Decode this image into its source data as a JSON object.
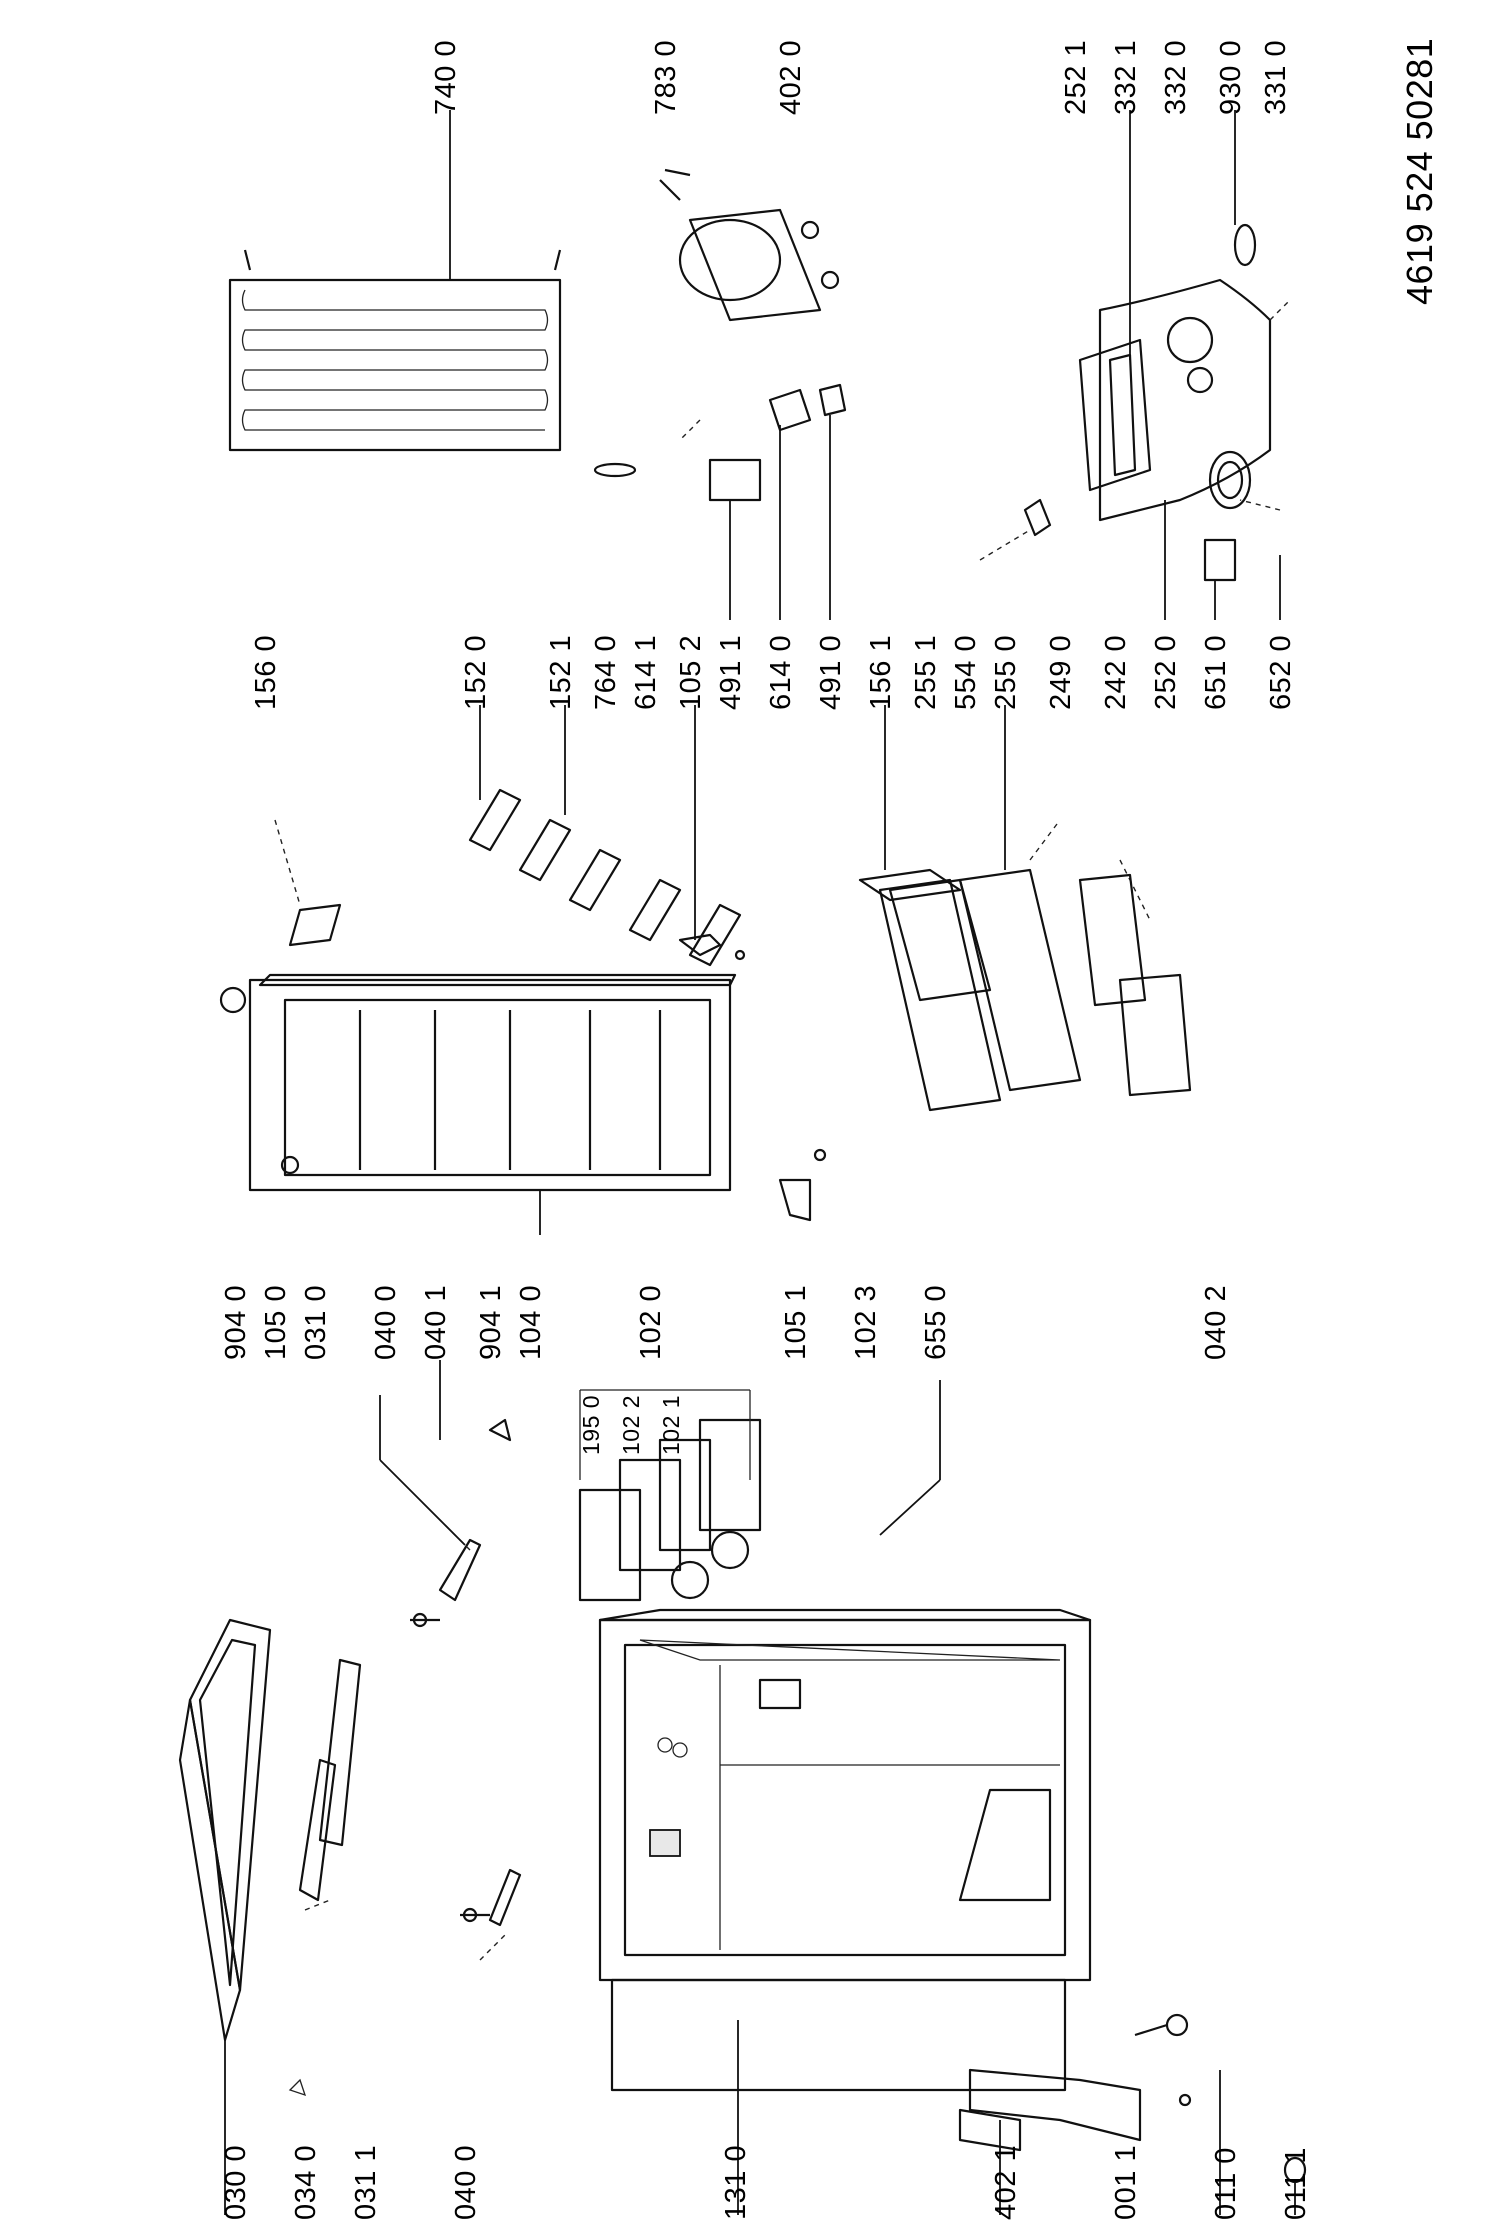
{
  "document": {
    "id": "4619 524 50281"
  },
  "labels": {
    "p030_0": "030 0",
    "p034_0": "034 0",
    "p031_1": "031 1",
    "p040_0b": "040 0",
    "p131_0": "131 0",
    "p402_1": "402 1",
    "p001_1": "001 1",
    "p011_0": "011 0",
    "p011_1": "011 1",
    "p904_0": "904 0",
    "p105_0": "105 0",
    "p031_0": "031 0",
    "p040_0": "040 0",
    "p040_1": "040 1",
    "p904_1": "904 1",
    "p104_0": "104 0",
    "p102_0": "102 0",
    "p195_0": "195 0",
    "p102_2": "102 2",
    "p102_1": "102 1",
    "p105_1": "105 1",
    "p102_3": "102 3",
    "p655_0": "655 0",
    "p040_2": "040 2",
    "p156_0": "156 0",
    "p152_0": "152 0",
    "p152_1": "152 1",
    "p764_0": "764 0",
    "p614_1": "614 1",
    "p105_2": "105 2",
    "p491_1": "491 1",
    "p614_0": "614 0",
    "p491_0": "491 0",
    "p156_1": "156 1",
    "p255_1": "255 1",
    "p554_0": "554 0",
    "p255_0": "255 0",
    "p249_0": "249 0",
    "p242_0": "242 0",
    "p252_0": "252 0",
    "p651_0": "651 0",
    "p652_0": "652 0",
    "p740_0": "740 0",
    "p783_0": "783 0",
    "p402_0": "402 0",
    "p252_1": "252 1",
    "p332_1": "332 1",
    "p332_0": "332 0",
    "p930_0": "930 0",
    "p331_0": "331 0"
  }
}
